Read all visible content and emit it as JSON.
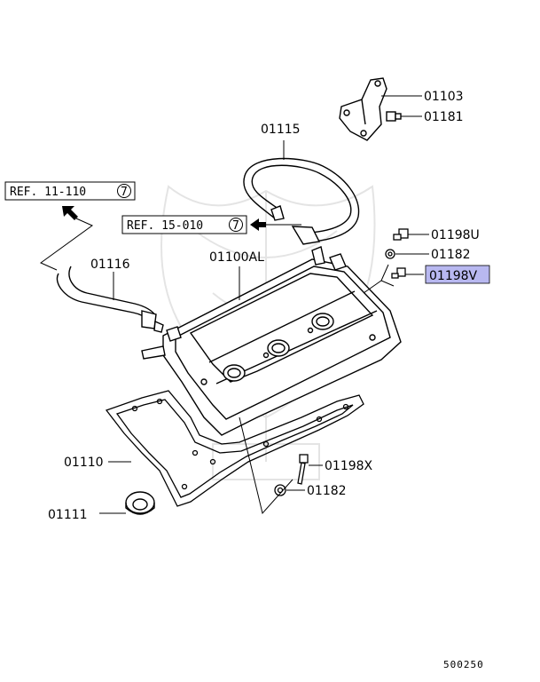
{
  "refs": {
    "ref_11": {
      "text": "REF. 11-110",
      "circle": "7"
    },
    "ref_15": {
      "text": "REF. 15-010",
      "circle": "7"
    }
  },
  "parts": {
    "p01103": "01103",
    "p01181": "01181",
    "p01115": "01115",
    "p01198u": "01198U",
    "p01182_top": "01182",
    "p01198v": "01198V",
    "p01116": "01116",
    "p01100al": "01100AL",
    "p01110": "01110",
    "p01198x": "01198X",
    "p01182_bottom": "01182",
    "p01111": "01111"
  },
  "highlight_color": "#b8b8f0",
  "footer": {
    "code": "500250"
  }
}
